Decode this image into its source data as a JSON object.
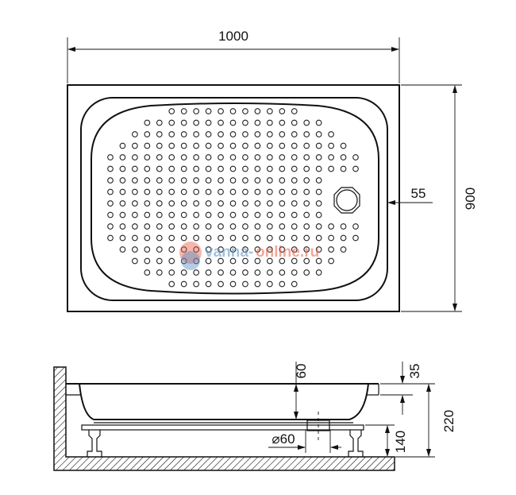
{
  "top_view": {
    "width_label": "1000",
    "depth_label": "900",
    "drain_offset_label": "55",
    "dimple_rows": [
      [
        5,
        15
      ],
      [
        3,
        17
      ],
      [
        2,
        18
      ],
      [
        1,
        19
      ],
      [
        0,
        20
      ],
      [
        0,
        20
      ],
      [
        0,
        17
      ],
      [
        0,
        17
      ],
      [
        0,
        17
      ],
      [
        0,
        17
      ],
      [
        0,
        20
      ],
      [
        0,
        20
      ],
      [
        1,
        19
      ],
      [
        2,
        18
      ],
      [
        3,
        17
      ],
      [
        5,
        15
      ]
    ]
  },
  "side_view": {
    "inner_depth_label": "60",
    "rim_label": "35",
    "total_height_label": "220",
    "frame_height_label": "140",
    "drain_diameter_label": "⌀60"
  },
  "watermark": {
    "text_part1": "vanna-",
    "text_part2": "online.ru",
    "color_blue": "#5b8fc0",
    "color_red": "#e8604a"
  }
}
